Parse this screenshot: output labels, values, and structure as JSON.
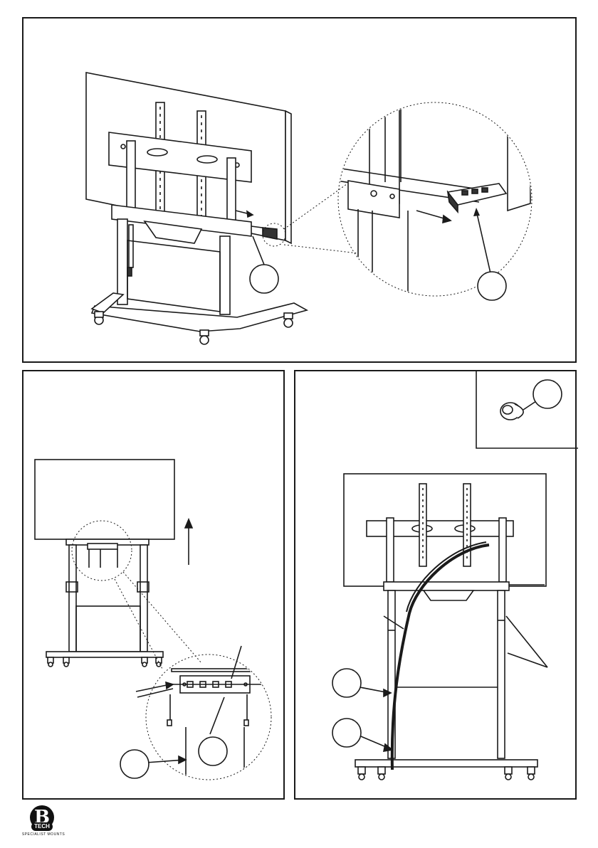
{
  "page": {
    "background": "#ffffff",
    "line_color": "#1a1a1a"
  },
  "callouts": {
    "top_main": "",
    "top_zoom": "",
    "left_rod": "",
    "left_box": "",
    "right_clip": "",
    "right_upper": "",
    "right_lower": ""
  },
  "icons": [
    "tv-stand-icon",
    "control-box-icon",
    "cable-clip-icon",
    "arrow-up-icon",
    "caster-icon"
  ],
  "logo": {
    "mark": "B",
    "word": "TECH",
    "tagline": "SPECIALIST MOUNTS"
  }
}
